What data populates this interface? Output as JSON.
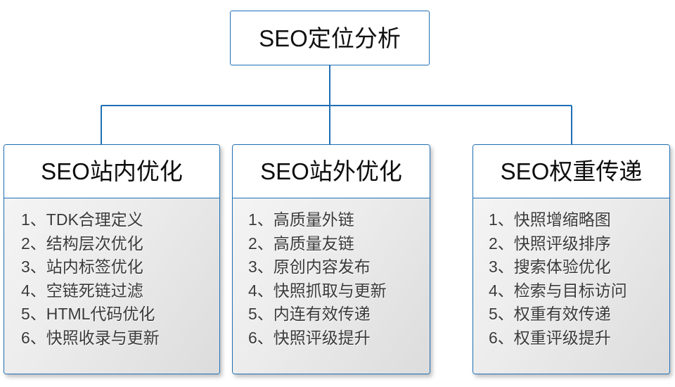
{
  "diagram": {
    "type": "org-chart",
    "root": {
      "label": "SEO定位分析"
    },
    "columns": [
      {
        "header": "SEO站内优化",
        "items": [
          "1、TDK合理定义",
          "2、结构层次优化",
          "3、站内标签优化",
          "4、空链死链过滤",
          "5、HTML代码优化",
          "6、快照收录与更新"
        ]
      },
      {
        "header": "SEO站外优化",
        "items": [
          "1、高质量外链",
          "2、高质量友链",
          "3、原创内容发布",
          "4、快照抓取与更新",
          "5、内连有效传递",
          "6、快照评级提升"
        ]
      },
      {
        "header": "SEO权重传递",
        "items": [
          "1、快照增缩略图",
          "2、快照评级排序",
          "3、搜索体验优化",
          "4、检索与目标访问",
          "5、权重有效传递",
          "6、权重评级提升"
        ]
      }
    ],
    "colors": {
      "border": "#1F6FB5",
      "connector": "#1F6FB5",
      "header_fill": "#FFFFFF",
      "body_fill": "#E9E9E9",
      "title_text": "#101010",
      "item_text": "#3A3A3A",
      "page_background": "#FFFFFF"
    }
  }
}
